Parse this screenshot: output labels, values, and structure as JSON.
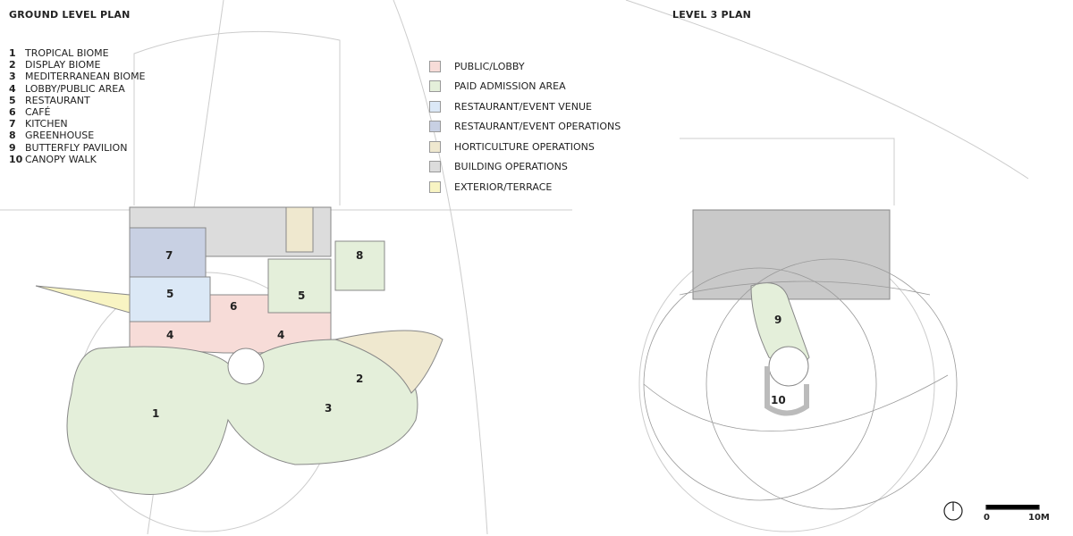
{
  "ground": {
    "title": "GROUND LEVEL PLAN",
    "key": [
      {
        "n": "1",
        "label": "TROPICAL BIOME"
      },
      {
        "n": "2",
        "label": "DISPLAY BIOME"
      },
      {
        "n": "3",
        "label": "MEDITERRANEAN BIOME"
      },
      {
        "n": "4",
        "label": "LOBBY/PUBLIC AREA"
      },
      {
        "n": "5",
        "label": "RESTAURANT"
      },
      {
        "n": "6",
        "label": "CAFÉ"
      },
      {
        "n": "7",
        "label": "KITCHEN"
      },
      {
        "n": "8",
        "label": "GREENHOUSE"
      },
      {
        "n": "9",
        "label": "BUTTERFLY PAVILION"
      },
      {
        "n": "10",
        "label": "CANOPY WALK"
      }
    ],
    "plan_labels": [
      "1",
      "2",
      "3",
      "4",
      "4",
      "5",
      "5",
      "6",
      "7",
      "8"
    ]
  },
  "legend": [
    {
      "label": "PUBLIC/LOBBY",
      "color": "#f7dcd8"
    },
    {
      "label": "PAID ADMISSION AREA",
      "color": "#e4efda"
    },
    {
      "label": "RESTAURANT/EVENT VENUE",
      "color": "#dbe8f6"
    },
    {
      "label": "RESTAURANT/EVENT OPERATIONS",
      "color": "#c8d0e3"
    },
    {
      "label": "HORTICULTURE OPERATIONS",
      "color": "#efe8cf"
    },
    {
      "label": "BUILDING OPERATIONS",
      "color": "#dcdcdc"
    },
    {
      "label": "EXTERIOR/TERRACE",
      "color": "#f8f4c3"
    }
  ],
  "level3": {
    "title": "LEVEL 3 PLAN",
    "plan_labels": [
      "9",
      "10"
    ]
  },
  "scale": {
    "start": "0",
    "end": "10M"
  }
}
